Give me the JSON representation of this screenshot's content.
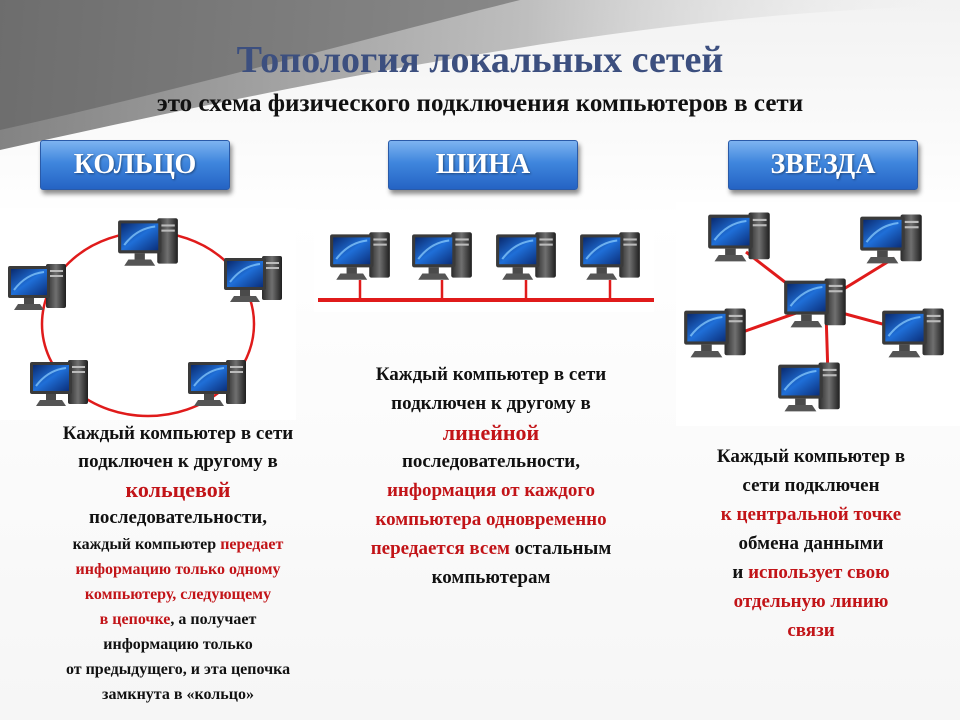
{
  "header": {
    "title": "Топология локальных сетей",
    "subtitle": "это схема физического подключения компьютеров в сети"
  },
  "topologies": {
    "ring": {
      "label": "КОЛЬЦО",
      "description": {
        "l1": "Каждый компьютер в сети",
        "l2": "подключен к другому в",
        "l3": "кольцевой",
        "l4": "последовательности,",
        "l5a": "каждый компьютер ",
        "l5b": "передает",
        "l6": "информацию только одному",
        "l7": "компьютеру, следующему",
        "l8a": "в цепочке",
        "l8b": ", а получает",
        "l9": "информацию только",
        "l10": "от предыдущего, и эта цепочка",
        "l11": "замкнута в «кольцо»"
      }
    },
    "bus": {
      "label": "ШИНА",
      "description": {
        "l1": "Каждый компьютер в сети",
        "l2": "подключен к другому в",
        "l3": "линейной",
        "l4": "последовательности,",
        "l5": "информация от каждого",
        "l6": "компьютера одновременно",
        "l7a": "передается всем",
        "l7b": " остальным",
        "l8": "компьютерам"
      }
    },
    "star": {
      "label": "ЗВЕЗДА",
      "description": {
        "l1": "Каждый компьютер в",
        "l2": "сети подключен",
        "l3": "к центральной точке",
        "l4": "обмена данными",
        "l5a": "и ",
        "l5b": "использует свою",
        "l6": "отдельную линию",
        "l7": "связи"
      }
    }
  },
  "colors": {
    "title": "#3c4f7f",
    "accent_red": "#c21418",
    "button_blue": "#3f86dd",
    "network_line": "#e01b1b"
  }
}
